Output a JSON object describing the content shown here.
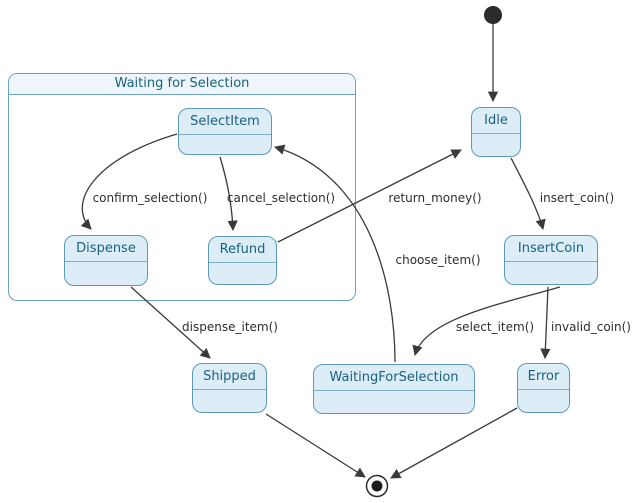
{
  "diagram": {
    "type": "uml-state-diagram",
    "composite": {
      "title": "Waiting for Selection"
    },
    "states": {
      "selectitem": {
        "label": "SelectItem"
      },
      "dispense": {
        "label": "Dispense"
      },
      "refund": {
        "label": "Refund"
      },
      "idle": {
        "label": "Idle"
      },
      "insertcoin": {
        "label": "InsertCoin"
      },
      "shipped": {
        "label": "Shipped"
      },
      "waitingforselection": {
        "label": "WaitingForSelection"
      },
      "error": {
        "label": "Error"
      }
    },
    "pseudostates": {
      "initial": "initial-state-dot",
      "final": "final-state-bullseye"
    },
    "transitions": {
      "initial_to_idle": {
        "label": "",
        "from": "initial",
        "to": "Idle"
      },
      "insert_coin": {
        "label": "insert_coin()",
        "from": "Idle",
        "to": "InsertCoin"
      },
      "return_money": {
        "label": "return_money()",
        "from": "Refund",
        "to": "Idle"
      },
      "choose_item": {
        "label": "choose_item()",
        "from": "WaitingForSelection",
        "to": "SelectItem"
      },
      "select_item": {
        "label": "select_item()",
        "from": "InsertCoin",
        "to": "WaitingForSelection"
      },
      "invalid_coin": {
        "label": "invalid_coin()",
        "from": "InsertCoin",
        "to": "Error"
      },
      "confirm_selection": {
        "label": "confirm_selection()",
        "from": "SelectItem",
        "to": "Dispense"
      },
      "cancel_selection": {
        "label": "cancel_selection()",
        "from": "SelectItem",
        "to": "Refund"
      },
      "dispense_item": {
        "label": "dispense_item()",
        "from": "Dispense",
        "to": "Shipped"
      },
      "shipped_to_final": {
        "label": "",
        "from": "Shipped",
        "to": "final"
      },
      "error_to_final": {
        "label": "",
        "from": "Error",
        "to": "final"
      }
    },
    "colors": {
      "state_fill": "#dcedf8",
      "state_border": "#5f9ab5",
      "state_text": "#19627e",
      "composite_header_fill": "#eef6fb",
      "edge": "#3a3a3a",
      "label_text": "#2e2e2e",
      "pseudostate": "#2b2b2b"
    }
  }
}
